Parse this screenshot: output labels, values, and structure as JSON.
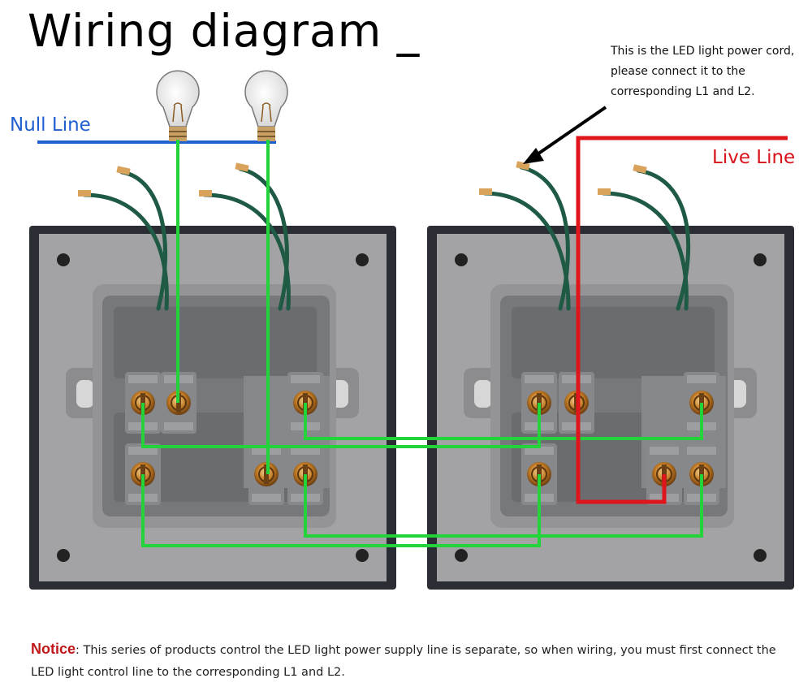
{
  "title": "Wiring diagram _",
  "labels": {
    "null_line": "Null Line",
    "live_line": "Live Line",
    "led_note": "This is the LED light power cord, please connect it to the corresponding L1 and L2."
  },
  "notice": {
    "head": "Notice",
    "text": ": This series of products control the LED light power supply line is separate, so when wiring, you must first connect the LED light control line to the corresponding L1 and L2."
  },
  "colors": {
    "null_line": "#1f5fd0",
    "live_line": "#e0141b",
    "control_wire": "#22d43a",
    "lead_wire": "#1f5a45",
    "panel_frame": "#2a2d33",
    "panel_plate": "#a3a3a5",
    "terminal": "#b97a2a"
  },
  "icons": [
    "light-bulb-icon",
    "light-bulb-icon",
    "arrow-icon"
  ]
}
